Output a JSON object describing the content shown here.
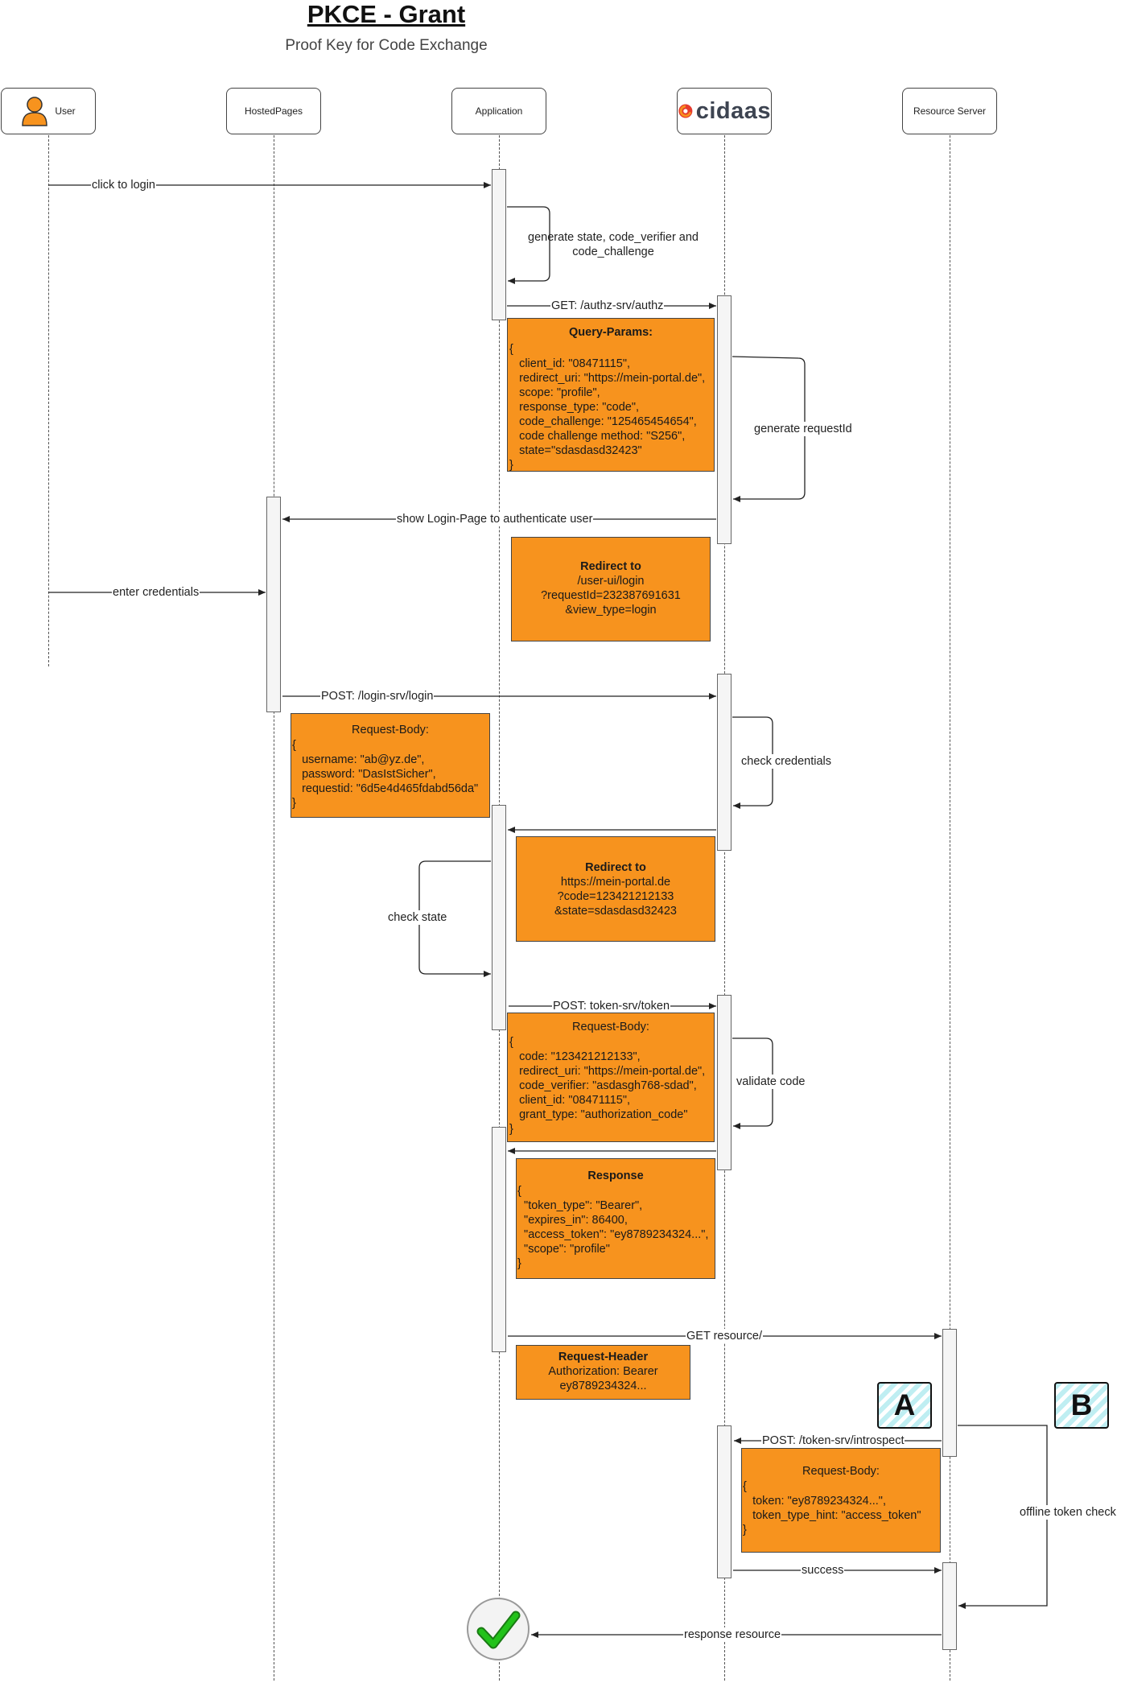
{
  "title": "PKCE - Grant",
  "subtitle": "Proof Key for Code Exchange",
  "colors": {
    "note_fill": "#f7931e",
    "badge_stripe": "#bfeef2",
    "check_green": "#22c21a",
    "logo_red": "#e63b2e",
    "logo_orange": "#f7931e"
  },
  "actors": [
    {
      "label": "User",
      "icon": "user-icon"
    },
    {
      "label": "HostedPages"
    },
    {
      "label": "Application"
    },
    {
      "label": "cidaas",
      "logo": true
    },
    {
      "label": "Resource Server"
    }
  ],
  "messages": {
    "click_login": "click to login",
    "gen_state": [
      "generate state, code_verifier and",
      "code_challenge"
    ],
    "get_authz": "GET: /authz-srv/authz",
    "gen_request": "generate requestId",
    "show_login": "show Login-Page to authenticate user",
    "enter_cred": "enter credentials",
    "post_login": "POST: /login-srv/login",
    "check_cred": "check credentials",
    "check_state": "check state",
    "post_token": "POST: token-srv/token",
    "validate_code": "validate code",
    "get_resource": "GET resource/",
    "post_introspect": "POST: /token-srv/introspect",
    "offline_check": "offline token check",
    "success": "success",
    "response_resource": "response resource"
  },
  "notes": {
    "query_params": {
      "head": "Query-Params:",
      "lines": [
        "{",
        "   client_id: \"08471115\",",
        "   redirect_uri: \"https://mein-portal.de\",",
        "   scope: \"profile\",",
        "   response_type: \"code\",",
        "   code_challenge: \"125465454654\",",
        "   code challenge method: \"S256\",",
        "   state=\"sdasdasd32423\"",
        "}"
      ]
    },
    "redirect_login": {
      "head": "Redirect to",
      "lines": [
        "/user-ui/login",
        "?requestId=232387691631",
        "&view_type=login"
      ]
    },
    "request_body_login": {
      "head": "Request-Body:",
      "lines": [
        "{",
        "   username: \"ab@yz.de\",",
        "   password: \"DasIstSicher\",",
        "   requestid: \"6d5e4d465fdabd56da\"",
        "}"
      ]
    },
    "redirect_portal": {
      "head": "Redirect to",
      "lines": [
        "https://mein-portal.de",
        "?code=123421212133",
        "&state=sdasdasd32423"
      ]
    },
    "request_body_token": {
      "head": "Request-Body:",
      "lines": [
        "{",
        "   code: \"123421212133\",",
        "   redirect_uri: \"https://mein-portal.de\",",
        "   code_verifier: \"asdasgh768-sdad\",",
        "   client_id: \"08471115\",",
        "   grant_type: \"authorization_code\"",
        "}"
      ]
    },
    "response": {
      "head": "Response",
      "lines": [
        "{",
        "  \"token_type\": \"Bearer\",",
        "  \"expires_in\": 86400,",
        "  \"access_token\": \"ey8789234324...\",",
        "  \"scope\": \"profile\"",
        "}"
      ]
    },
    "request_header": {
      "head": "Request-Header",
      "lines": [
        "Authorization: Bearer",
        "ey8789234324..."
      ]
    },
    "request_body_introspect": {
      "head": "Request-Body:",
      "lines": [
        "{",
        "   token: \"ey8789234324...\",",
        "   token_type_hint: \"access_token\"",
        "}"
      ]
    }
  },
  "badges": {
    "a": "A",
    "b": "B"
  }
}
